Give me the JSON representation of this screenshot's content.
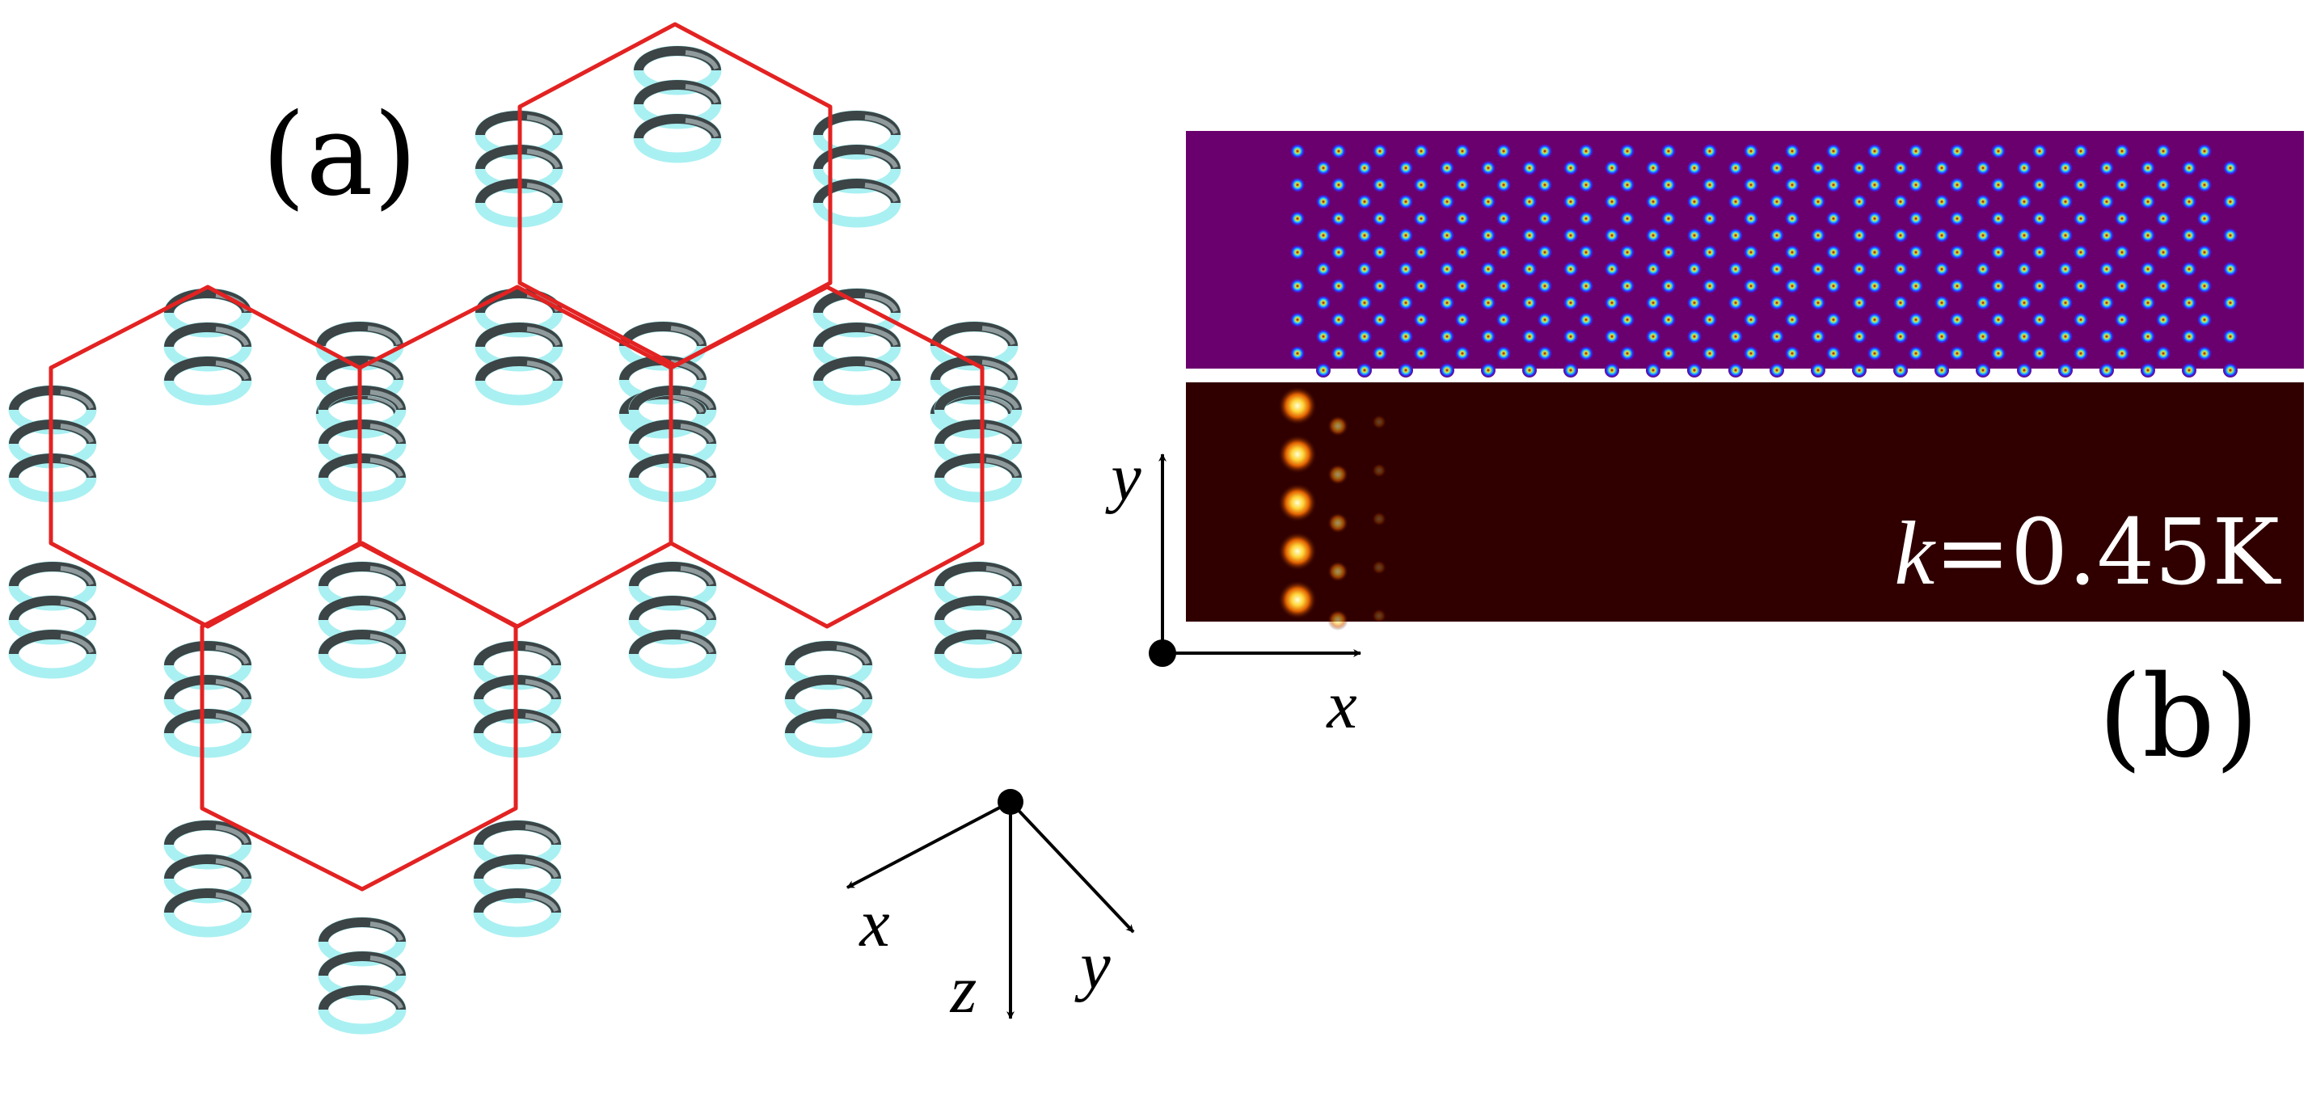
{
  "panel_a": {
    "label": "(a)",
    "axes": {
      "x": "x",
      "y": "y",
      "z": "z"
    },
    "colors": {
      "lattice_line": "#e32222",
      "helix_light": "#a9f0f2",
      "helix_dark": "#3c4446",
      "helix_mid": "#8e9a9c"
    }
  },
  "panel_b": {
    "label": "(b)",
    "axes": {
      "x": "x",
      "y": "y"
    },
    "annotation": {
      "var": "k",
      "text": "=0.45K"
    },
    "colors": {
      "top_background": "#6a006e",
      "bottom_background": "#300000",
      "mode_glow": "#ffd53a"
    }
  }
}
